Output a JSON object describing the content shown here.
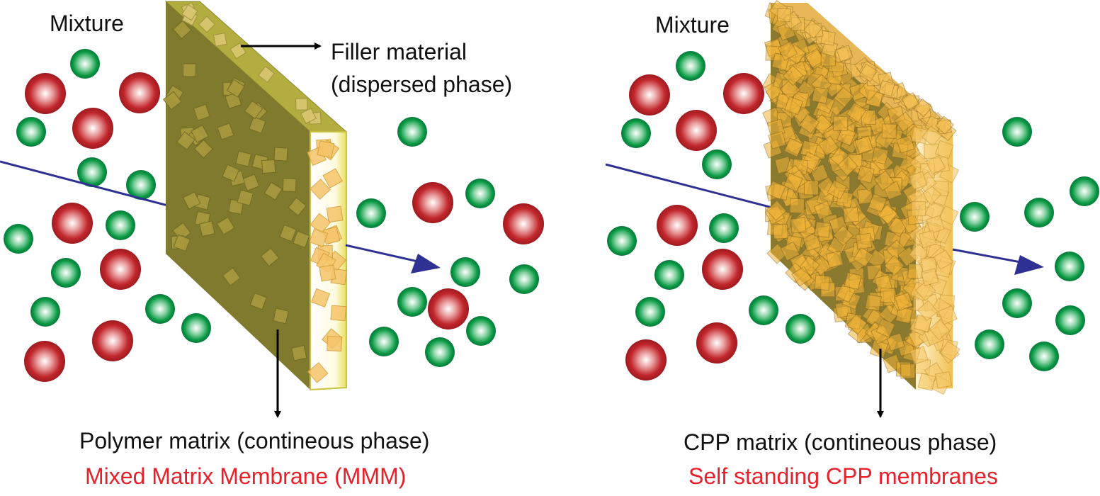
{
  "left_panel": {
    "mixture_label": "Mixture",
    "filler_label_line1": "Filler material",
    "filler_label_line2": "(dispersed phase)",
    "matrix_label": "Polymer matrix (contineous phase)",
    "caption": "Mixed Matrix Membrane (MMM)"
  },
  "right_panel": {
    "mixture_label": "Mixture",
    "matrix_label": "CPP matrix (contineous phase)",
    "caption": "Self standing CPP membranes"
  },
  "colors": {
    "caption_red": "#e8202a",
    "flow_arrow": "#2e3192",
    "polymer_face": "#7f7a2e",
    "polymer_top": "#b2ad3e",
    "filler_square": "#f5c56a",
    "cpp_square": "#f0b43a",
    "red_molecule": "#c1272d",
    "green_molecule": "#0a9a45"
  }
}
